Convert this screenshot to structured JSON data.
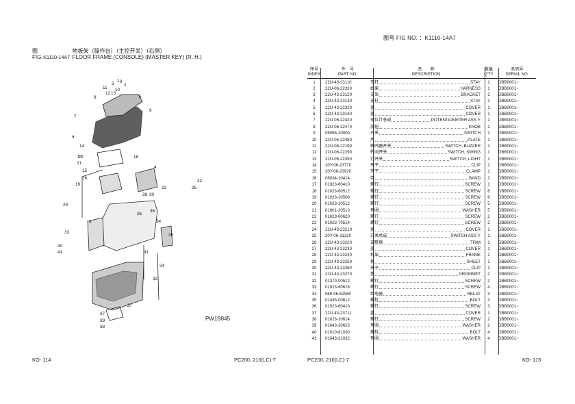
{
  "fig_header": "图号  FIG NO.  ：K1110-14A7",
  "title": {
    "cn_label": "图",
    "fig_label": "FIG.",
    "code": "K1110-14A7",
    "cn_title": "地板架（操作台）（主控开关）（右侧）",
    "en_title": "FLOOR FRAME (CONSOLE) (MASTER KEY) (R. H.)"
  },
  "diagram_code": "PW1B845",
  "callouts": [
    "1",
    "2",
    "3",
    "4",
    "5",
    "6",
    "7",
    "8",
    "9",
    "10",
    "11",
    "12",
    "13",
    "14",
    "15",
    "16",
    "17",
    "18",
    "19",
    "20",
    "21",
    "22",
    "23",
    "24",
    "25",
    "26",
    "27",
    "28",
    "29",
    "30",
    "31",
    "32",
    "33",
    "34",
    "35",
    "36",
    "37",
    "38",
    "39",
    "40",
    "41"
  ],
  "table": {
    "headers": {
      "index_cn": "序号",
      "index_en": "INDEX",
      "part_cn": "件　号",
      "part_en": "PART NO.",
      "desc_cn": "名　　称",
      "desc_en": "DESCRIPTION",
      "qty_cn": "数量",
      "qty_en": "Q'TY",
      "serial_cn": "系列号",
      "serial_en": "SERIAL NO."
    },
    "rows": [
      {
        "idx": "1",
        "part": "22U-43-23110",
        "cn": "支柱",
        "en": "STAY",
        "qty": "1",
        "serial": "DBB0001~"
      },
      {
        "idx": "2",
        "part": "22U-06-22330",
        "cn": "线束",
        "en": "HARNESS",
        "qty": "1",
        "serial": "DBB0001~"
      },
      {
        "idx": "3",
        "part": "22U-43-23120",
        "cn": "支架",
        "en": "BRACKET",
        "qty": "1",
        "serial": "DBB0001~"
      },
      {
        "idx": "4",
        "part": "22U-43-23130",
        "cn": "支柱",
        "en": "STAY",
        "qty": "1",
        "serial": "DBB0001~"
      },
      {
        "idx": "5",
        "part": "22U-43-22320",
        "cn": "盖",
        "en": "COVER",
        "qty": "1",
        "serial": "DBB0001~"
      },
      {
        "idx": "6",
        "part": "22U-43-23140",
        "cn": "盖",
        "en": "COVER",
        "qty": "1",
        "serial": "DBB0001~"
      },
      {
        "idx": "7",
        "part": "22U-06-22420",
        "cn": "电位计总成",
        "en": "POTENTIOMETER ASS`Y",
        "qty": "1",
        "serial": "DBB0001~"
      },
      {
        "idx": "8",
        "part": "22U-06-22470",
        "cn": "旋钮",
        "en": "KNOB",
        "qty": "1",
        "serial": "DBB0001~"
      },
      {
        "idx": "9",
        "part": "08086-20000",
        "cn": "开关",
        "en": "SWITCH",
        "qty": "1",
        "serial": "DBB0001~"
      },
      {
        "idx": "10",
        "part": "22U-06-22480",
        "cn": "片",
        "en": "PLATE",
        "qty": "1",
        "serial": "DBB0001~"
      },
      {
        "idx": "11",
        "part": "22U-06-22190",
        "cn": "蜂鸣器开关",
        "en": "SWITCH, BUZZER",
        "qty": "1",
        "serial": "DBB0001~"
      },
      {
        "idx": "12",
        "part": "22U-06-22290",
        "cn": "转向开关",
        "en": "SWITCH, SWING",
        "qty": "1",
        "serial": "DBB0001~"
      },
      {
        "idx": "13",
        "part": "22U-06-22390",
        "cn": "灯开关",
        "en": "SWITCH, LIGHT",
        "qty": "1",
        "serial": "DBB0001~"
      },
      {
        "idx": "14",
        "part": "20Y-06-23770",
        "cn": "夹子",
        "en": "CLIP",
        "qty": "2",
        "serial": "DBB0001~"
      },
      {
        "idx": "15",
        "part": "20Y-06-23920",
        "cn": "夹子",
        "en": "CLAMP",
        "qty": "1",
        "serial": "DBB0001~"
      },
      {
        "idx": "16",
        "part": "08034-10414",
        "cn": "带",
        "en": "BAND",
        "qty": "2",
        "serial": "DBB0001~"
      },
      {
        "idx": "17",
        "part": "01023-60410",
        "cn": "螺钉",
        "en": "SCREW",
        "qty": "1",
        "serial": "DBB0001~"
      },
      {
        "idx": "18",
        "part": "01023-60512",
        "cn": "螺钉",
        "en": "SCREW",
        "qty": "6",
        "serial": "DBB0001~"
      },
      {
        "idx": "19",
        "part": "01023-10508",
        "cn": "螺钉",
        "en": "SCREW",
        "qty": "6",
        "serial": "DBB0001~"
      },
      {
        "idx": "20",
        "part": "01023-10512",
        "cn": "螺钉",
        "en": "SCREW",
        "qty": "5",
        "serial": "DBB0001~"
      },
      {
        "idx": "21",
        "part": "01601-20513",
        "cn": "垫圈",
        "en": "WASHER",
        "qty": "5",
        "serial": "DBB0001~"
      },
      {
        "idx": "22",
        "part": "01023-60620",
        "cn": "螺钉",
        "en": "SCREW",
        "qty": "2",
        "serial": "DBB0001~"
      },
      {
        "idx": "23",
        "part": "01023-70514",
        "cn": "螺钉",
        "en": "SCREW",
        "qty": "2",
        "serial": "DBB0001~"
      },
      {
        "idx": "24",
        "part": "22U-43-23210",
        "cn": "盖",
        "en": "COVER",
        "qty": "1",
        "serial": "DBB0001~"
      },
      {
        "idx": "25",
        "part": "20Y-06-31320",
        "cn": "开关总成",
        "en": "SWITCH ASS`Y",
        "qty": "1",
        "serial": "DBB0001~"
      },
      {
        "idx": "26",
        "part": "22U-43-23220",
        "cn": "调整器",
        "en": "TRIM",
        "qty": "1",
        "serial": "DBB0001~"
      },
      {
        "idx": "27",
        "part": "22U-43-23230",
        "cn": "盖",
        "en": "COVER",
        "qty": "1",
        "serial": "DBB0001~"
      },
      {
        "idx": "28",
        "part": "22U-43-23240",
        "cn": "机架",
        "en": "FRAME",
        "qty": "1",
        "serial": "DBB0001~"
      },
      {
        "idx": "29",
        "part": "22U-43-23250",
        "cn": "板",
        "en": "SHEET",
        "qty": "1",
        "serial": "DBB0001~"
      },
      {
        "idx": "30",
        "part": "22U-43-23260",
        "cn": "夹子",
        "en": "CLIP",
        "qty": "1",
        "serial": "DBB0001~"
      },
      {
        "idx": "31",
        "part": "22U-43-23270",
        "cn": "垫",
        "en": "GROMMET",
        "qty": "2",
        "serial": "DBB0001~"
      },
      {
        "idx": "32",
        "part": "01370-00512",
        "cn": "螺钉",
        "en": "SCREW",
        "qty": "2",
        "serial": "DBB0001~"
      },
      {
        "idx": "33",
        "part": "01023-60616",
        "cn": "螺钉",
        "en": "SCREW",
        "qty": "4",
        "serial": "DBB0001~"
      },
      {
        "idx": "34",
        "part": "569-06-61960",
        "cn": "继电器",
        "en": "RELAY",
        "qty": "3",
        "serial": "DBB0001~"
      },
      {
        "idx": "35",
        "part": "01435-00612",
        "cn": "螺栓",
        "en": "BOLT",
        "qty": "3",
        "serial": "DBB0001~"
      },
      {
        "idx": "36",
        "part": "01023-60410",
        "cn": "螺钉",
        "en": "SCREW",
        "qty": "3",
        "serial": "DBB0001~"
      },
      {
        "idx": "37",
        "part": "22U-43-23711",
        "cn": "盖",
        "en": "COVER",
        "qty": "1",
        "serial": "DBB0001~"
      },
      {
        "idx": "38",
        "part": "01023-10614",
        "cn": "螺钉",
        "en": "SCREW",
        "qty": "2",
        "serial": "DBB0001~"
      },
      {
        "idx": "39",
        "part": "01643-30623",
        "cn": "垫圈",
        "en": "WASHER",
        "qty": "2",
        "serial": "DBB0001~"
      },
      {
        "idx": "40",
        "part": "01010-81030",
        "cn": "螺栓",
        "en": "BOLT",
        "qty": "4",
        "serial": "DBB0001~"
      },
      {
        "idx": "41",
        "part": "01643-31032",
        "cn": "垫圈",
        "en": "WASHER",
        "qty": "4",
        "serial": "DBB0001~"
      }
    ]
  },
  "footer": {
    "left_page": "KO- 114",
    "left_model": "PC200, 210(LC)-7",
    "right_model": "PC200, 210(LC)-7",
    "right_page": "KO- 115"
  }
}
